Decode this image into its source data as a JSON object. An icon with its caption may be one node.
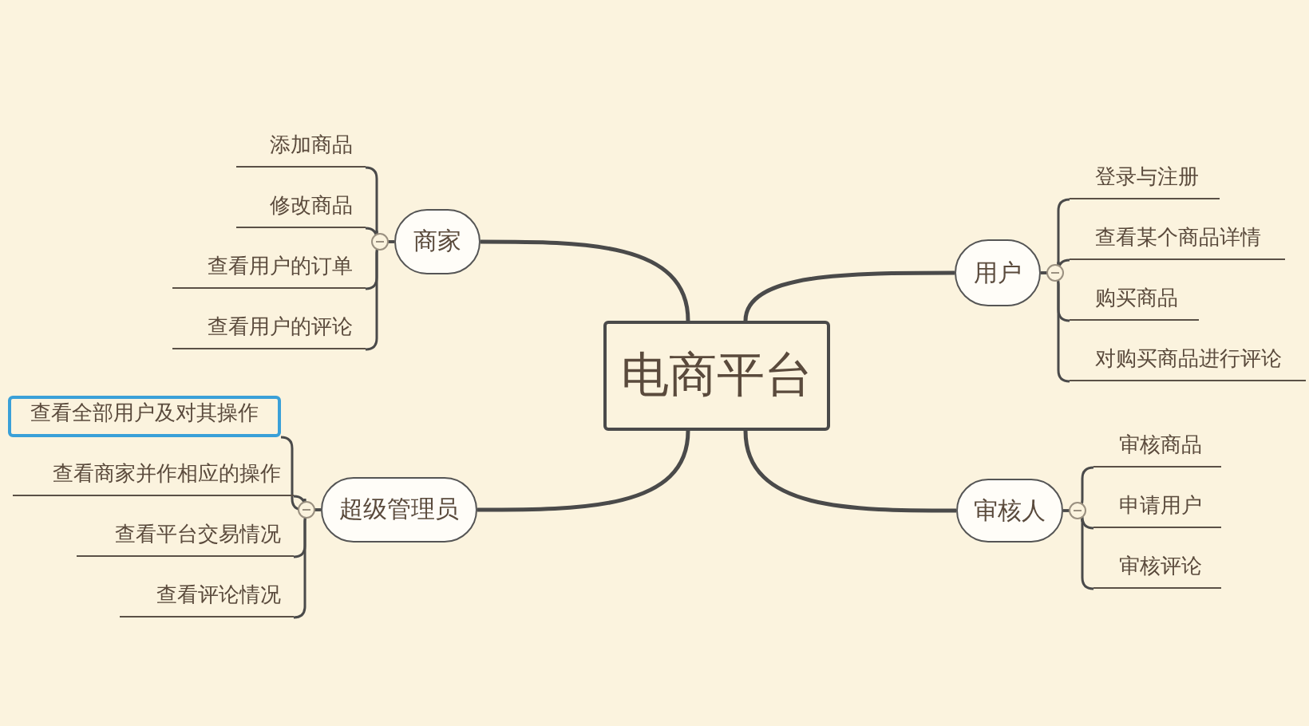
{
  "diagram": {
    "nodes": [
      {
        "text": [
          "电商平台"
        ]
      },
      {
        "text": [
          "商家"
        ]
      },
      {
        "text": [
          "添加商品"
        ]
      },
      {
        "text": [
          "修改商品"
        ]
      },
      {
        "text": [
          "查看用户的订单"
        ]
      },
      {
        "text": [
          "查看用户的评论"
        ]
      },
      {
        "text": [
          "用户"
        ]
      },
      {
        "text": [
          "登录与注册"
        ]
      },
      {
        "text": [
          "查看某个商品详情"
        ]
      },
      {
        "text": [
          "购买商品"
        ]
      },
      {
        "text": [
          "对购买商品进行评论"
        ]
      },
      {
        "text": [
          "超级管理员"
        ]
      },
      {
        "text": [
          "查看全部用户及对其操作"
        ]
      },
      {
        "text": [
          "查看商家并作相应的操作"
        ]
      },
      {
        "text": [
          "查看平台交易情况"
        ]
      },
      {
        "text": [
          "查看评论情况"
        ]
      },
      {
        "text": [
          "审核人"
        ]
      },
      {
        "text": [
          "审核商品"
        ]
      },
      {
        "text": [
          "申请用户"
        ]
      },
      {
        "text": [
          "审核评论"
        ]
      }
    ],
    "edges": [
      {
        "from": 0,
        "to": 1,
        "arrow": "none"
      },
      {
        "from": 1,
        "to": 2,
        "arrow": "none"
      },
      {
        "from": 1,
        "to": 3,
        "arrow": "none"
      },
      {
        "from": 1,
        "to": 4,
        "arrow": "none"
      },
      {
        "from": 1,
        "to": 5,
        "arrow": "none"
      },
      {
        "from": 0,
        "to": 6,
        "arrow": "none"
      },
      {
        "from": 6,
        "to": 7,
        "arrow": "none"
      },
      {
        "from": 6,
        "to": 8,
        "arrow": "none"
      },
      {
        "from": 6,
        "to": 9,
        "arrow": "none"
      },
      {
        "from": 6,
        "to": 10,
        "arrow": "none"
      },
      {
        "from": 0,
        "to": 11,
        "arrow": "none"
      },
      {
        "from": 11,
        "to": 12,
        "arrow": "none"
      },
      {
        "from": 11,
        "to": 13,
        "arrow": "none"
      },
      {
        "from": 11,
        "to": 14,
        "arrow": "none"
      },
      {
        "from": 11,
        "to": 15,
        "arrow": "none"
      },
      {
        "from": 0,
        "to": 16,
        "arrow": "none"
      },
      {
        "from": 16,
        "to": 17,
        "arrow": "none"
      },
      {
        "from": 16,
        "to": 18,
        "arrow": "none"
      },
      {
        "from": 16,
        "to": 19,
        "arrow": "none"
      }
    ]
  }
}
